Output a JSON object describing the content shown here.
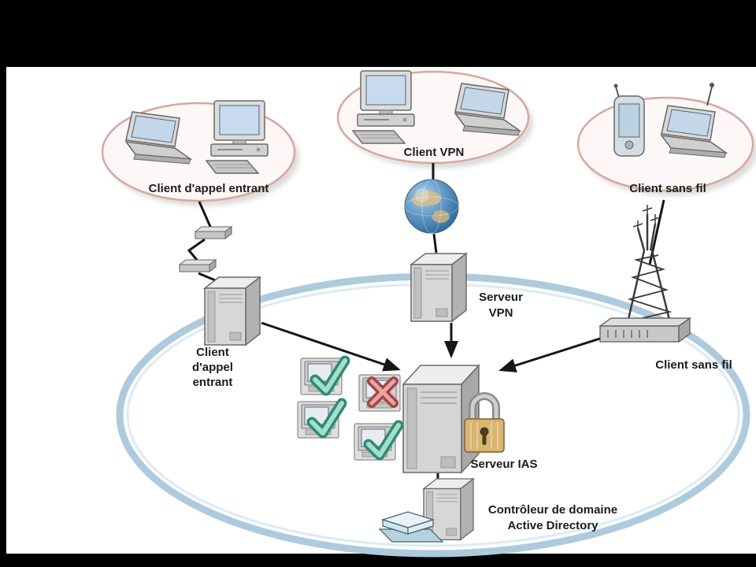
{
  "diagram": {
    "labels": {
      "dialup_group": "Client d'appel entrant",
      "vpn_group": "Client VPN",
      "wireless_group": "Client sans fil",
      "vpn_server_1": "Serveur",
      "vpn_server_2": "VPN",
      "dialup_client_1": "Client",
      "dialup_client_2": "d'appel",
      "dialup_client_3": "entrant",
      "wireless_client": "Client sans fil",
      "ias_server": "Serveur IAS",
      "domain_controller_1": "Contrôleur de domaine",
      "domain_controller_2": "Active Directory"
    },
    "colors": {
      "oval-stroke": "#d8a79d",
      "network-ellipse": "#aecbdd",
      "arrow": "#161616",
      "check-outline": "#2e8b74",
      "check-fill": "#a5dfcb",
      "cross-outline": "#a04848",
      "cross-fill": "#eba3a3",
      "lock-body": "#d8b572",
      "globe-blue": "#4a86b8",
      "screen-blue": "#c7dbec"
    },
    "icons": {
      "laptop-icon": "laptop computer",
      "desktop-icon": "desktop computer",
      "server-icon": "server tower",
      "pda-icon": "handheld PDA",
      "globe-icon": "internet globe",
      "radio-tower-icon": "wireless access tower",
      "padlock-icon": "security padlock",
      "policy-check-icon": "policy allowed check",
      "policy-cross-icon": "policy denied cross",
      "modem-icon": "dial-up modem",
      "book-icon": "directory book"
    }
  }
}
